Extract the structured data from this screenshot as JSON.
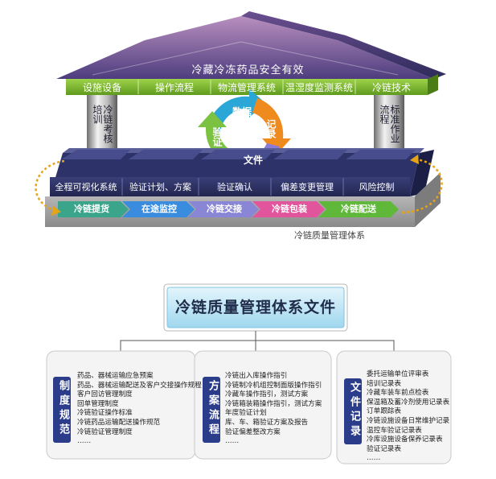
{
  "roof": {
    "title": "冷藏冷冻药品安全有效"
  },
  "top_bar": {
    "items": [
      "设施设备",
      "操作流程",
      "物流管理系统",
      "温湿度监测系统",
      "冷链技术"
    ]
  },
  "pillars": {
    "left": "冷链考核培训",
    "right": "标准作业流程"
  },
  "cycle": {
    "labels": [
      "数据",
      "记录",
      "文件",
      "验证"
    ]
  },
  "base_bar": {
    "items": [
      "全程可视化系统",
      "验证计划、方案",
      "验证确认",
      "偏差变更管理",
      "风险控制"
    ]
  },
  "flow": {
    "steps": [
      "冷链提货",
      "在途监控",
      "冷链交接",
      "冷链包装",
      "冷链配送"
    ]
  },
  "caption": "冷链质量管理体系",
  "docs": {
    "title": "冷链质量管理体系文件",
    "categories": [
      {
        "label": "制度规范",
        "items": [
          "药品、器械运输应急预案",
          "药品、器械运输配送及客户交接操作规程",
          "客户回访管理制度",
          "回单管理制度",
          "冷链验证操作标准",
          "冷链药品运输配送操作规范",
          "冷链验证管理制度",
          "……"
        ]
      },
      {
        "label": "方案流程",
        "items": [
          "冷链出入库操作指引",
          "冷链制冷机组控制面版操作指引",
          "冷藏车操作指引，测试方案",
          "冷链箱装箱操作指引，测试方案",
          "年度验证计划",
          "库、车、箱验证方案及报告",
          "验证偏差整改方案",
          "……"
        ]
      },
      {
        "label": "文件记录",
        "items": [
          "委托运输单位评审表",
          "培训记录表",
          "冷藏车装车前点检表",
          "保温箱及蓄冷剂使用记录表",
          "订单跟踪表",
          "冷链设施设备日常维护记录",
          "温控车验证记录表",
          "冷库设施设备保养记录表",
          "验证记录表",
          "……"
        ]
      }
    ]
  },
  "colors": {
    "navy": "#2a3263",
    "green": "#7ab82e",
    "blue": "#3a8dde",
    "pink": "#e0559b"
  }
}
